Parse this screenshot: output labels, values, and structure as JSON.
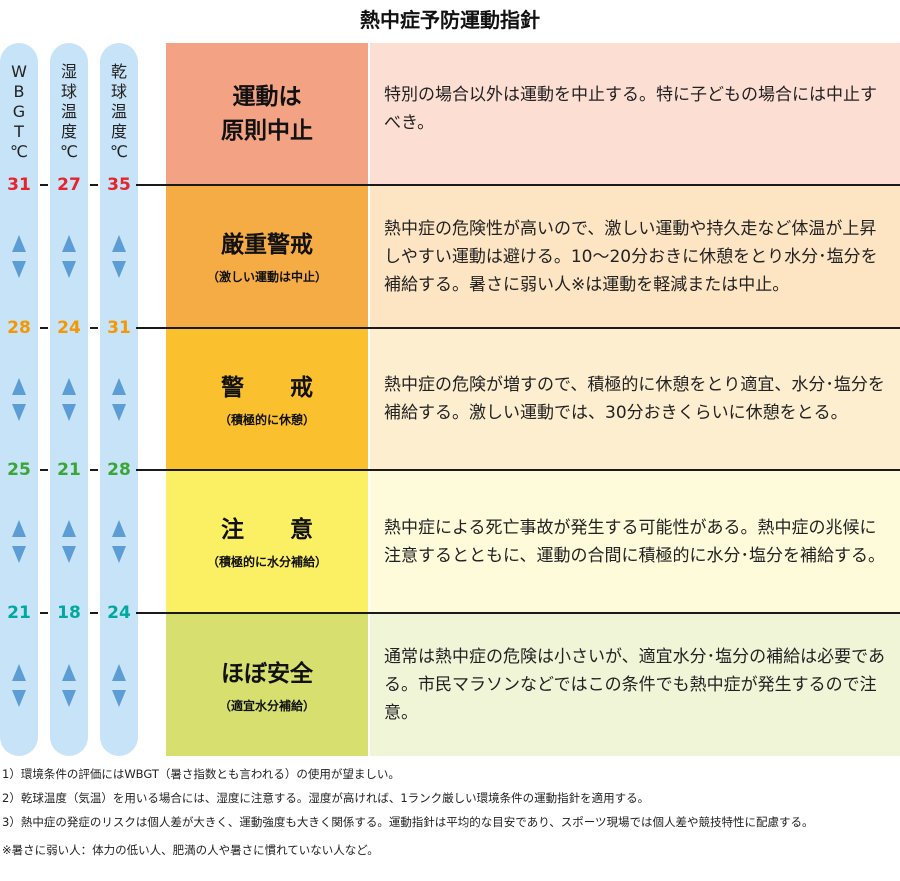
{
  "title": "熱中症予防運動指針",
  "columns": {
    "wbgt": [
      "W",
      "B",
      "G",
      "T",
      "℃"
    ],
    "wet": [
      "湿",
      "球",
      "温",
      "度",
      "℃"
    ],
    "dry": [
      "乾",
      "球",
      "温",
      "度",
      "℃"
    ]
  },
  "thresholds": [
    {
      "wbgt": "31",
      "wet": "27",
      "dry": "35",
      "color": "#e5242b"
    },
    {
      "wbgt": "28",
      "wet": "24",
      "dry": "31",
      "color": "#f39800"
    },
    {
      "wbgt": "25",
      "wet": "21",
      "dry": "28",
      "color": "#3aa635"
    },
    {
      "wbgt": "21",
      "wet": "18",
      "dry": "24",
      "color": "#00a99d"
    }
  ],
  "levels": [
    {
      "name1": "運動は",
      "name2": "原則中止",
      "sub": "",
      "desc": "特別の場合以外は運動を中止する。特に子どもの場合には中止すべき。",
      "label_color": "#f3a283",
      "desc_color": "#fcdfd2"
    },
    {
      "name1": "厳重警戒",
      "name2": "",
      "sub": "（激しい運動は中止）",
      "desc": "熱中症の危険性が高いので、激しい運動や持久走など体温が上昇しやすい運動は避ける。10〜20分おきに休憩をとり水分･塩分を補給する。暑さに弱い人※は運動を軽減または中止。",
      "label_color": "#f6ac45",
      "desc_color": "#fde5c4"
    },
    {
      "name1": "警　　戒",
      "name2": "",
      "sub": "（積極的に休憩）",
      "desc": "熱中症の危険が増すので、積極的に休憩をとり適宜、水分･塩分を補給する。激しい運動では、30分おきくらいに休憩をとる。",
      "label_color": "#fbc02d",
      "desc_color": "#fdeed0"
    },
    {
      "name1": "注　　意",
      "name2": "",
      "sub": "（積極的に水分補給）",
      "desc": "熱中症による死亡事故が発生する可能性がある。熱中症の兆候に注意するとともに、運動の合間に積極的に水分･塩分を補給する。",
      "label_color": "#fbef63",
      "desc_color": "#fefbda"
    },
    {
      "name1": "ほぼ安全",
      "name2": "",
      "sub": "（適宜水分補給）",
      "desc": "通常は熱中症の危険は小さいが、適宜水分･塩分の補給は必要である。市民マラソンなどではこの条件でも熱中症が発生するので注意。",
      "label_color": "#d7e06f",
      "desc_color": "#f1f5d8"
    }
  ],
  "notes": [
    "1）環境条件の評価にはWBGT（暑さ指数とも言われる）の使用が望ましい。",
    "2）乾球温度（気温）を用いる場合には、湿度に注意する。湿度が高ければ、1ランク厳しい環境条件の運動指針を適用する。",
    "3）熱中症の発症のリスクは個人差が大きく、運動強度も大きく関係する。運動指針は平均的な目安であり、スポーツ現場では個人差や競技特性に配慮する。",
    "※暑さに弱い人：体力の低い人、肥満の人や暑さに慣れていない人など。"
  ]
}
